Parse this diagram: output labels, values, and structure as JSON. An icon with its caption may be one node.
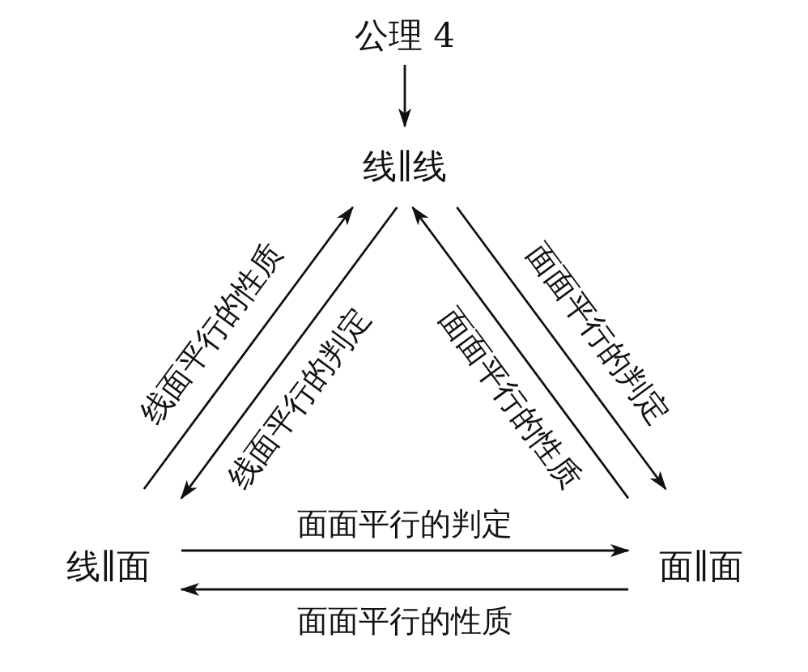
{
  "diagram": {
    "nodes": [
      {
        "text": [
          "公理 4"
        ]
      },
      {
        "text": [
          "线∥线"
        ]
      },
      {
        "text": [
          "线∥面"
        ]
      },
      {
        "text": [
          "面∥面"
        ]
      }
    ],
    "edges": [
      {
        "from": 0,
        "to": 1,
        "arrow": "to"
      },
      {
        "from": 2,
        "to": 1,
        "arrow": "to",
        "label": "线面平行的性质"
      },
      {
        "from": 1,
        "to": 2,
        "arrow": "to",
        "label": "线面平行的判定"
      },
      {
        "from": 1,
        "to": 3,
        "arrow": "to",
        "label": "面面平行的判定"
      },
      {
        "from": 3,
        "to": 1,
        "arrow": "to",
        "label": "面面平行的性质"
      },
      {
        "from": 2,
        "to": 3,
        "arrow": "to",
        "label": "面面平行的判定"
      },
      {
        "from": 3,
        "to": 2,
        "arrow": "to",
        "label": "面面平行的性质"
      }
    ]
  }
}
